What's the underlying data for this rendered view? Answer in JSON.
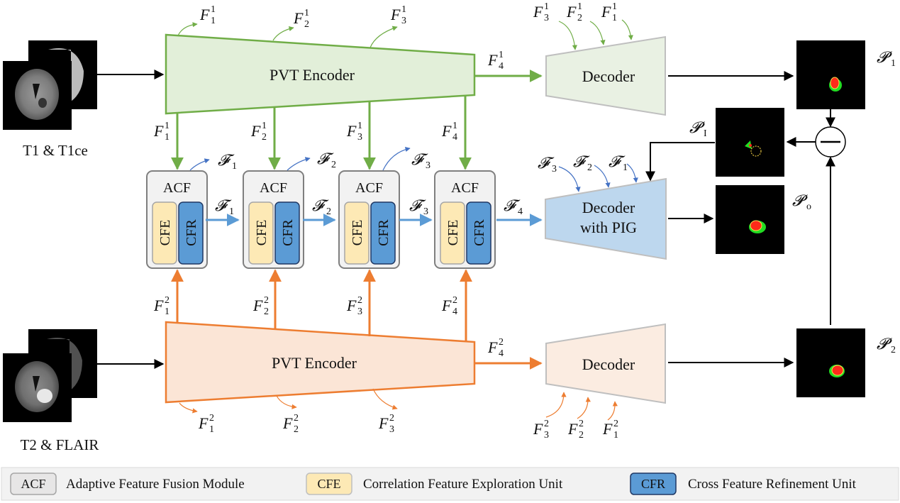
{
  "inputs": {
    "top_label": "T1 & T1ce",
    "bottom_label": "T2 & FLAIR"
  },
  "encoders": {
    "top": {
      "label": "PVT Encoder",
      "stream_index": "1",
      "fill": "#e2efd9",
      "stroke": "#70ad47"
    },
    "bottom": {
      "label": "PVT Encoder",
      "stream_index": "2",
      "fill": "#fbe5d6",
      "stroke": "#ed7d31"
    }
  },
  "decoders": {
    "top": {
      "label": "Decoder",
      "fill": "#e9f1e3"
    },
    "bottom": {
      "label": "Decoder",
      "fill": "#fbece1"
    },
    "middle": {
      "label_line1": "Decoder",
      "label_line2": "with PIG",
      "fill": "#bdd7ee"
    }
  },
  "acf_modules": [
    {
      "title": "ACF",
      "cfe": "CFE",
      "cfr": "CFR",
      "in_top": "F",
      "in_top_sub": "1",
      "in_top_sup": "1",
      "in_bottom_sub": "1",
      "in_bottom_sup": "2",
      "out": "𝓕",
      "out_sub": "1"
    },
    {
      "title": "ACF",
      "cfe": "CFE",
      "cfr": "CFR",
      "in_top": "F",
      "in_top_sub": "2",
      "in_top_sup": "1",
      "in_bottom_sub": "2",
      "in_bottom_sup": "2",
      "out": "𝓕",
      "out_sub": "2"
    },
    {
      "title": "ACF",
      "cfe": "CFE",
      "cfr": "CFR",
      "in_top": "F",
      "in_top_sub": "3",
      "in_top_sup": "1",
      "in_bottom_sub": "3",
      "in_bottom_sup": "2",
      "out": "𝓕",
      "out_sub": "3"
    },
    {
      "title": "ACF",
      "cfe": "CFE",
      "cfr": "CFR",
      "in_top": "F",
      "in_top_sub": "4",
      "in_top_sup": "1",
      "in_bottom_sub": "4",
      "in_bottom_sup": "2",
      "out": "𝓕",
      "out_sub": "4"
    }
  ],
  "symbols": {
    "F": "F",
    "calF": "𝓕",
    "calP": "𝓟",
    "skip_top": [
      {
        "sub": "1",
        "sup": "1"
      },
      {
        "sub": "2",
        "sup": "1"
      },
      {
        "sub": "3",
        "sup": "1"
      }
    ],
    "skip_bottom": [
      {
        "sub": "1",
        "sup": "2"
      },
      {
        "sub": "2",
        "sup": "2"
      },
      {
        "sub": "3",
        "sup": "2"
      }
    ],
    "dec_top_inputs": [
      {
        "sub": "3",
        "sup": "1"
      },
      {
        "sub": "2",
        "sup": "1"
      },
      {
        "sub": "1",
        "sup": "1"
      }
    ],
    "dec_bottom_inputs": [
      {
        "sub": "3",
        "sup": "2"
      },
      {
        "sub": "2",
        "sup": "2"
      },
      {
        "sub": "1",
        "sup": "2"
      }
    ],
    "dec_mid_inputs": [
      {
        "sub": "3"
      },
      {
        "sub": "2"
      },
      {
        "sub": "1"
      }
    ],
    "f4_top": {
      "sub": "4",
      "sup": "1"
    },
    "f4_bottom": {
      "sub": "4",
      "sup": "2"
    },
    "acf_skip_outputs": [
      {
        "sub": "1"
      },
      {
        "sub": "2"
      },
      {
        "sub": "3"
      }
    ]
  },
  "predictions": {
    "p1": {
      "sub": "1"
    },
    "pi": {
      "sub": "I"
    },
    "po": {
      "sub": "o"
    },
    "p2": {
      "sub": "2"
    },
    "subtract_symbol": "−"
  },
  "legend": [
    {
      "abbr": "ACF",
      "text": "Adaptive Feature Fusion Module",
      "fill": "#e7e6e6",
      "stroke": "#a6a6a6"
    },
    {
      "abbr": "CFE",
      "text": "Correlation Feature Exploration Unit",
      "fill": "#fde9b5",
      "stroke": "#bfbfbf"
    },
    {
      "abbr": "CFR",
      "text": "Cross Feature Refinement Unit",
      "fill": "#5b9bd5",
      "stroke": "#1f3864"
    }
  ],
  "colors": {
    "green": "#70ad47",
    "orange": "#ed7d31",
    "blue": "#4472c4",
    "blue_arrow": "#5b9bd5",
    "black": "#000000"
  }
}
